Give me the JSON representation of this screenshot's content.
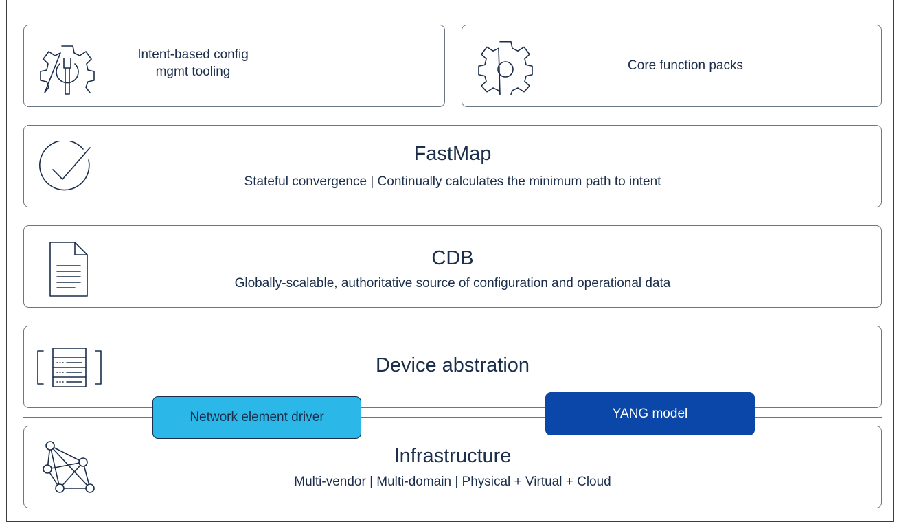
{
  "modules": {
    "intent": {
      "label_line1": "Intent-based config",
      "label_line2": "mgmt tooling",
      "icon": "gear-wrench-icon"
    },
    "core": {
      "label": "Core function packs",
      "icon": "gear-icon"
    }
  },
  "fastmap": {
    "title": "FastMap",
    "subtitle": "Stateful convergence | Continually calculates the minimum path to intent",
    "icon": "checkmark-circle-icon"
  },
  "cdb": {
    "title": "CDB",
    "subtitle": "Globally-scalable, authoritative source of configuration and operational data",
    "icon": "document-icon"
  },
  "device": {
    "title": "Device abstration",
    "icon": "server-rack-icon"
  },
  "connectors": {
    "ned": {
      "label": "Network element driver",
      "color": "#2bb7e8"
    },
    "yang": {
      "label": "YANG model",
      "color": "#0a47a8"
    }
  },
  "infra": {
    "title": "Infrastructure",
    "subtitle": "Multi-vendor | Multi-domain | Physical + Virtual + Cloud",
    "icon": "network-mesh-icon"
  }
}
